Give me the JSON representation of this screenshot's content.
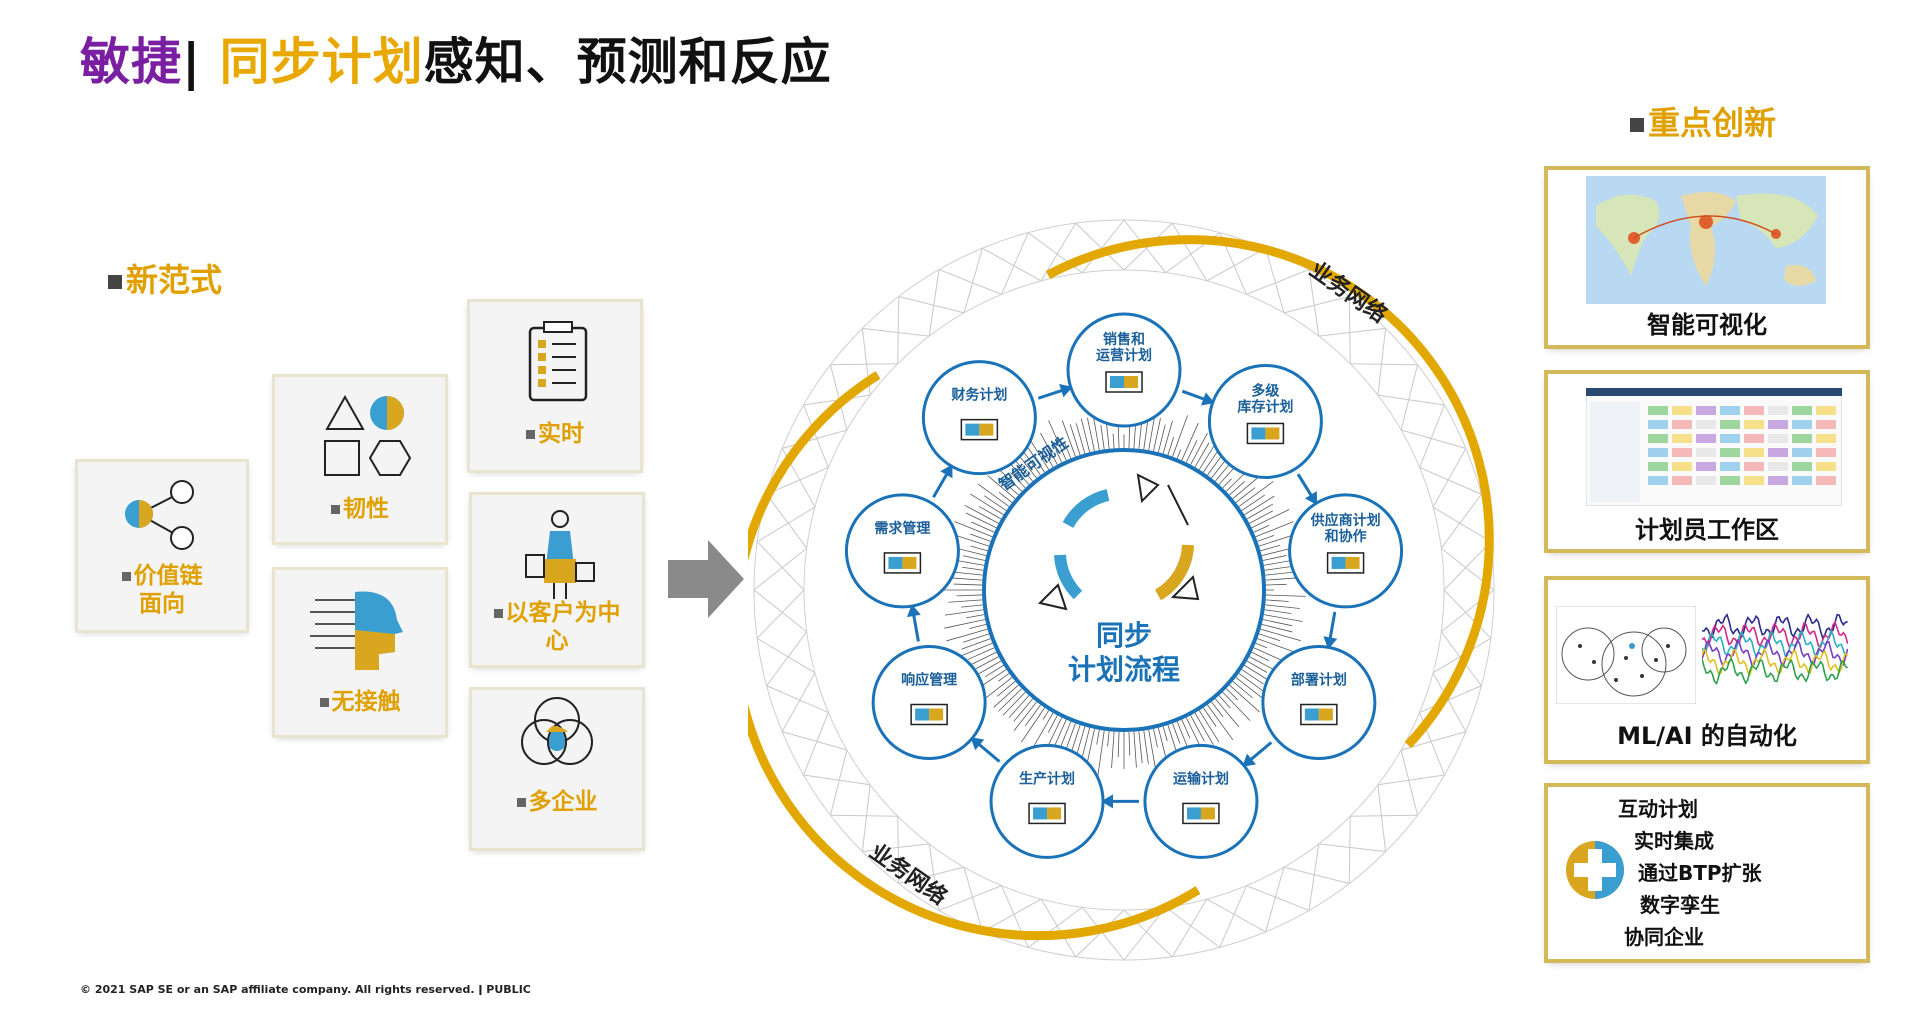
{
  "title": {
    "part1": "敏捷",
    "sep": "|",
    "part2": " 同步计划",
    "part3": "感知、预测和反应"
  },
  "paradigm": {
    "label": "新范式",
    "cards": {
      "value_chain": "价值链\n面向",
      "resilience": "韧性",
      "realtime": "实时",
      "contactless": "无接触",
      "customer": "以客户为中\n心",
      "multi_enterprise": "多企业"
    }
  },
  "cycle": {
    "center": [
      "同步",
      "计划流程"
    ],
    "visibility": "智能可视性",
    "network_top": "业务网络",
    "network_bottom": "业务网络",
    "nodes": {
      "sop": [
        "销售和",
        "运营计划"
      ],
      "inventory": [
        "多级",
        "库存计划"
      ],
      "supply": [
        "供应商计划",
        "和协作"
      ],
      "deploy": [
        "部署计划"
      ],
      "transport": [
        "运输计划"
      ],
      "production": [
        "生产计划"
      ],
      "response": [
        "响应管理"
      ],
      "demand": [
        "需求管理"
      ],
      "finance": [
        "财务计划"
      ]
    }
  },
  "innovation": {
    "label": "重点创新",
    "panels": {
      "visualization": "智能可视化",
      "workspace": "计划员工作区",
      "mlai": "ML/AI 的自动化",
      "list": [
        "互动计划",
        "实时集成",
        "通过BTP扩张",
        "数字孪生",
        "协同企业"
      ]
    }
  },
  "footer": "© 2021 SAP SE or an SAP affiliate company. All rights reserved.  ǀ  PUBLIC",
  "colors": {
    "gold": "#e0a000",
    "blue": "#1a72b8",
    "purple": "#7a1fa2",
    "teal": "#3aa0a0"
  }
}
